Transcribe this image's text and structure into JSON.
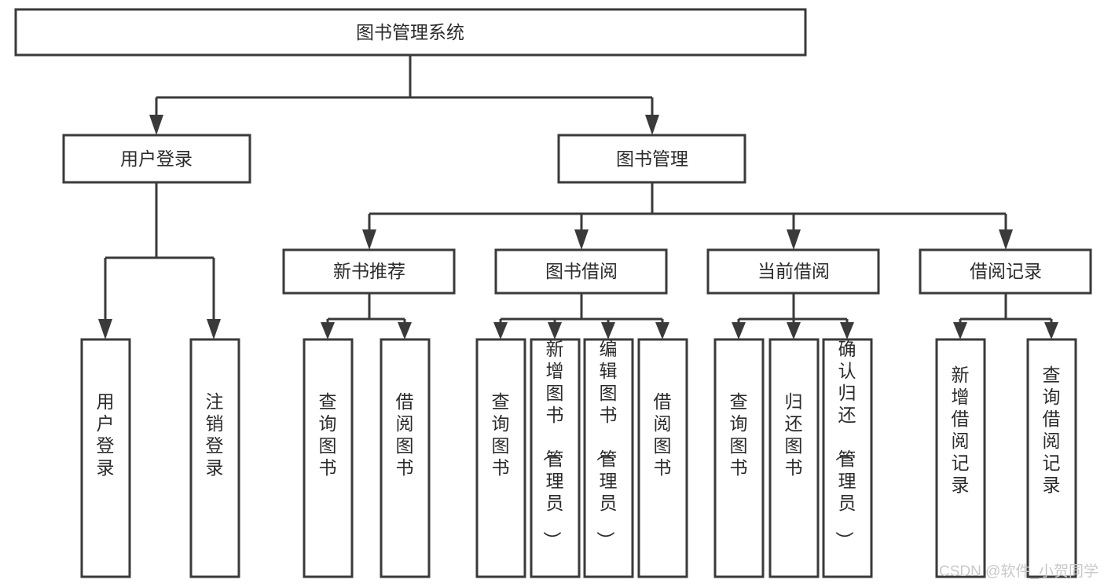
{
  "diagram": {
    "title": "图书管理系统",
    "root": {
      "label": "图书管理系统",
      "orientation": "horizontal"
    },
    "level2": [
      {
        "label": "用户登录"
      },
      {
        "label": "图书管理"
      }
    ],
    "level3": [
      {
        "label": "新书推荐"
      },
      {
        "label": "图书借阅"
      },
      {
        "label": "当前借阅"
      },
      {
        "label": "借阅记录"
      }
    ],
    "leaves": {
      "user_login": [
        {
          "label": "用户登录"
        },
        {
          "label": "注销登录"
        }
      ],
      "new_book_recommend": [
        {
          "label": "查询图书"
        },
        {
          "label": "借阅图书"
        }
      ],
      "book_borrow": [
        {
          "label": "查询图书"
        },
        {
          "label": "新增图书（管理员）"
        },
        {
          "label": "编辑图书（管理员）"
        },
        {
          "label": "借阅图书"
        }
      ],
      "current_borrow": [
        {
          "label": "查询图书"
        },
        {
          "label": "归还图书"
        },
        {
          "label": "确认归还（管理员）"
        }
      ],
      "borrow_record": [
        {
          "label": "新增借阅记录"
        },
        {
          "label": "查询借阅记录"
        }
      ]
    },
    "watermark": "CSDN @软件_小贺同学",
    "colors": {
      "stroke": "#3a3a3a",
      "fill": "#ffffff",
      "text": "#2b2b2b",
      "watermark": "#c9c9c9",
      "background": "#ffffff"
    }
  }
}
